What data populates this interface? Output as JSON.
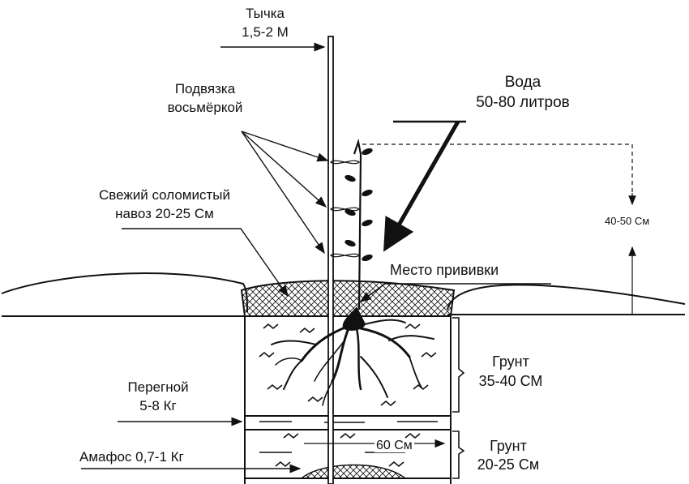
{
  "labels": {
    "stake": {
      "line1": "Тычка",
      "line2": "1,5-2 М"
    },
    "tie": {
      "line1": "Подвязка",
      "line2": "восьмёркой"
    },
    "water": {
      "line1": "Вода",
      "line2": "50-80 литров"
    },
    "manure": {
      "line1": "Свежий соломистый",
      "line2": "навоз 20-25 См"
    },
    "height": "40-50 См",
    "graft": "Место прививки",
    "humus": {
      "line1": "Перегной",
      "line2": "5-8 Кг"
    },
    "soil_top": {
      "line1": "Грунт",
      "line2": "35-40 СМ"
    },
    "ammophos": "Амафос 0,7-1 Кг",
    "width": "60 См",
    "soil_bottom": {
      "line1": "Грунт",
      "line2": "20-25 См"
    }
  },
  "colors": {
    "ink": "#111111",
    "background": "#ffffff"
  }
}
